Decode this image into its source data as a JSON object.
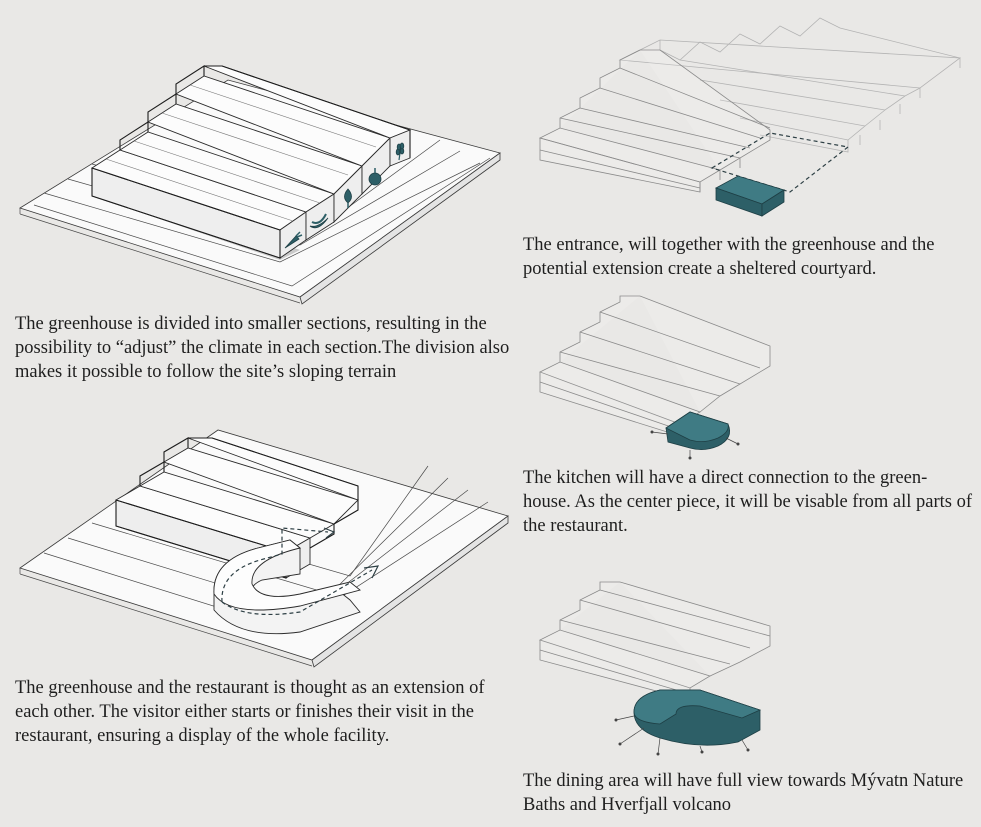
{
  "captions": {
    "greenhouse": "The greenhouse is divided into smaller sections, resulting in the possibility to “adjust” the climate in each section.The division also makes it possible to follow the site’s sloping terrain",
    "restaurant": "The greenhouse and the restaurant is thought as an extension of each other. The visitor either starts or finishes their visit in the restaurant, ensuring a display of the whole facility.",
    "entrance": "The entrance, will together with the greenhouse and the potential extension create a sheltered courtyard.",
    "kitchen": "The kitchen will have a direct connection to the green-house. As the center piece, it will be visable from all parts of the restaurant.",
    "dining": "The dining area will have full view towards Mývatn Nature Baths and Hverfjall volcano"
  },
  "icons": [
    "carrot-icon",
    "banana-icon",
    "artichoke-icon",
    "onion-icon",
    "wheat-icon"
  ],
  "colors": {
    "background": "#e9e8e6",
    "accent_teal": "#2d5f67",
    "text": "#1e1e1e"
  }
}
